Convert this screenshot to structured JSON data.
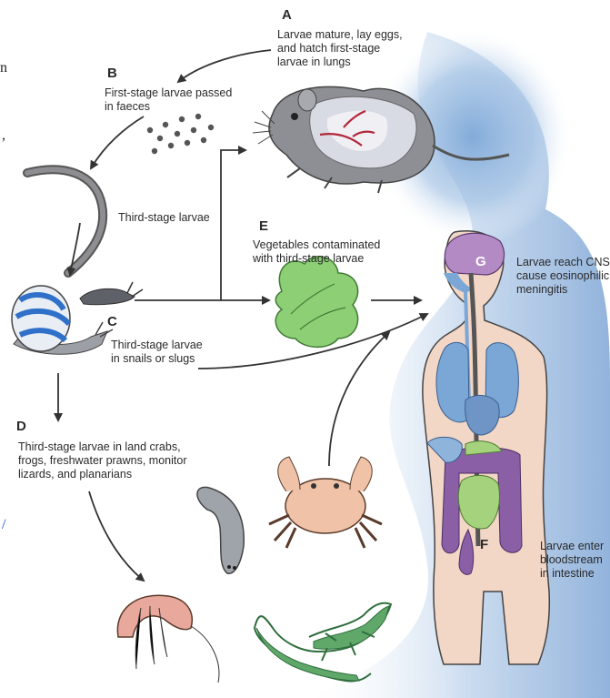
{
  "stages": {
    "A": {
      "letter": "A",
      "text": [
        "Larvae mature, lay eggs,",
        "and hatch first-stage",
        "larvae in lungs"
      ]
    },
    "B": {
      "letter": "B",
      "text": [
        "First-stage larvae passed",
        "in faeces"
      ]
    },
    "C": {
      "letter": "C",
      "text": [
        "Third-stage larvae",
        "in snails or slugs"
      ]
    },
    "D": {
      "letter": "D",
      "text": [
        "Third-stage larvae in land crabs,",
        "frogs, freshwater prawns, monitor",
        "lizards, and planarians"
      ]
    },
    "E": {
      "letter": "E",
      "text": [
        "Vegetables contaminated",
        "with third-stage larvae"
      ]
    },
    "F": {
      "letter": "F",
      "text": [
        "Larvae enter",
        "bloodstream",
        "in intestine"
      ]
    },
    "G": {
      "letter": "G",
      "text": [
        "Larvae reach CNS,",
        "cause eosinophilic",
        "meningitis"
      ]
    }
  },
  "third_stage_label": "Third-stage larvae",
  "edge_fragments": [
    "n",
    ",",
    "/"
  ],
  "colors": {
    "text": "#2a2a2a",
    "arrow": "#333333",
    "blue_wash": "#8fb4dc",
    "brain": "#b48ac4",
    "lungs": "#7aa7d6",
    "intestine": "#8a5fa6",
    "body": "#f2d6c6",
    "crab": "#f0c3a8",
    "lettuce": "#8ccf74",
    "lizard": "#5fa86a"
  }
}
